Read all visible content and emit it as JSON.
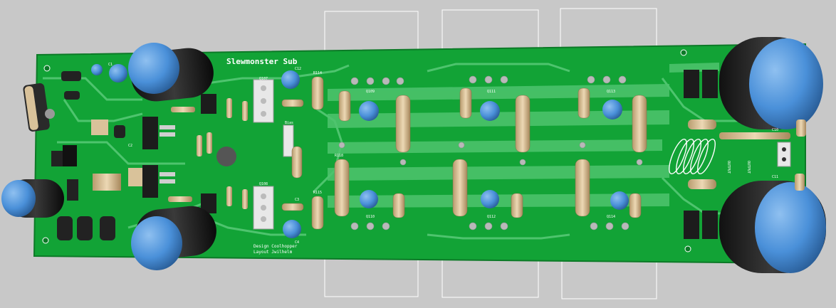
{
  "board": {
    "title": "Slewmonster Sub",
    "credit_line1": "Design Coolhopper",
    "credit_line2": "Layout Jwilhelm",
    "colors": {
      "background": "#c8c8c8",
      "pcb": "#12a336",
      "pcb_edge": "#0c7a27",
      "trace": "#4ec46e",
      "pour": "#7fd69a",
      "silk": "#ffffff",
      "cap_blue": "#4a90d9",
      "resistor": "#d9c29a",
      "black_part": "#222222",
      "pad": "#b9b9b9"
    }
  },
  "labels": {
    "q107": "Q107",
    "q108": "Q108",
    "q109": "Q109",
    "q110": "Q110",
    "q111": "Q111",
    "q112": "Q112",
    "q113": "Q113",
    "q114": "Q114",
    "r114": "R114",
    "r115": "R115",
    "r118": "R118",
    "bias": "Bias",
    "c1": "C1",
    "c2": "C2",
    "c3": "C3",
    "c4": "C4",
    "c10": "C10",
    "c11": "C11",
    "c12": "C12",
    "output_a": "OUTPUT",
    "output_b": "OUTPUT"
  }
}
